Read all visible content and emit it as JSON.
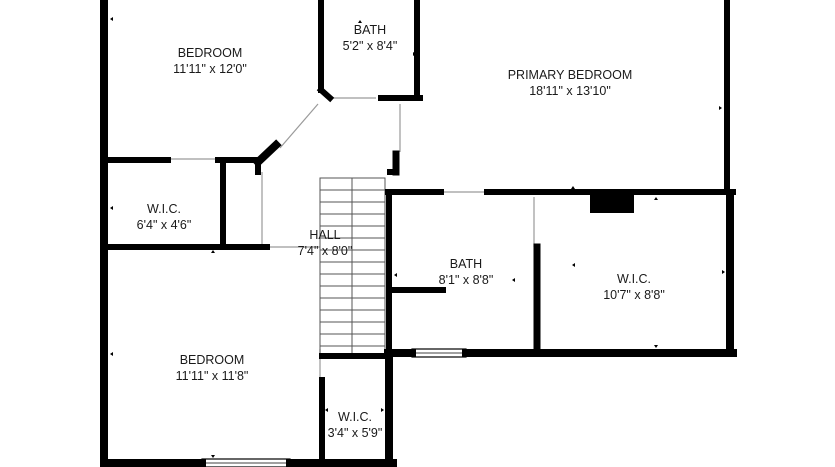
{
  "rooms": {
    "bedroom_top": {
      "name": "BEDROOM",
      "size": "11'11\" x 12'0\""
    },
    "bath_top": {
      "name": "BATH",
      "size": "5'2\" x 8'4\""
    },
    "primary_bedroom": {
      "name": "PRIMARY BEDROOM",
      "size": "18'11\" x 13'10\""
    },
    "wic_left": {
      "name": "W.I.C.",
      "size": "6'4\" x 4'6\""
    },
    "hall": {
      "name": "HALL",
      "size": "7'4\" x 8'0\""
    },
    "bath_mid": {
      "name": "BATH",
      "size": "8'1\" x 8'8\""
    },
    "wic_right": {
      "name": "W.I.C.",
      "size": "10'7\" x 8'8\""
    },
    "bedroom_bottom": {
      "name": "BEDROOM",
      "size": "11'11\" x 11'8\""
    },
    "wic_small": {
      "name": "W.I.C.",
      "size": "3'4\" x 5'9\""
    }
  },
  "colors": {
    "wall": "#000000",
    "background": "#ffffff",
    "stairs": "#555555",
    "opening": "#9a9a9a"
  }
}
